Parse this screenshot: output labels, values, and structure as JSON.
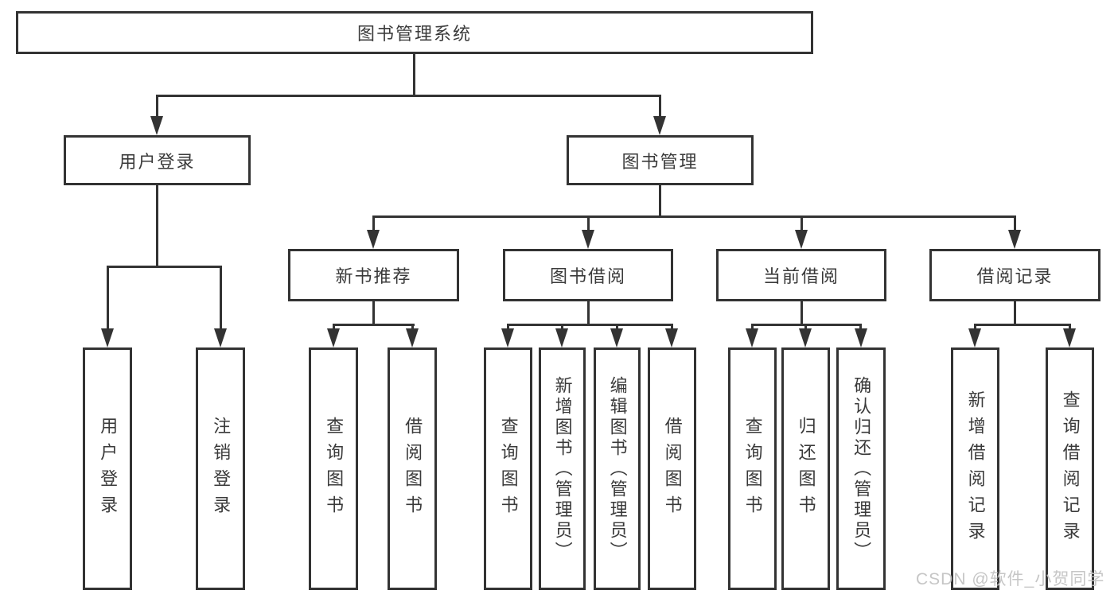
{
  "colors": {
    "line": "#333333",
    "text": "#3a3a3a",
    "node_background": "#ffffff",
    "page_background": "#ffffff",
    "watermark": "#c3c3c3"
  },
  "watermark": {
    "text": "CSDN @软件_小贺同学"
  },
  "tree": {
    "root": "图书管理系统",
    "children": [
      {
        "label": "用户登录",
        "children": [
          {
            "label": "用户登录"
          },
          {
            "label": "注销登录"
          }
        ]
      },
      {
        "label": "图书管理",
        "children": [
          {
            "label": "新书推荐",
            "children": [
              {
                "label": "查询图书"
              },
              {
                "label": "借阅图书"
              }
            ]
          },
          {
            "label": "图书借阅",
            "children": [
              {
                "label": "查询图书"
              },
              {
                "label": "新增图书（管理员）"
              },
              {
                "label": "编辑图书（管理员）"
              },
              {
                "label": "借阅图书"
              }
            ]
          },
          {
            "label": "当前借阅",
            "children": [
              {
                "label": "查询图书"
              },
              {
                "label": "归还图书"
              },
              {
                "label": "确认归还（管理员）"
              }
            ]
          },
          {
            "label": "借阅记录",
            "children": [
              {
                "label": "新增借阅记录"
              },
              {
                "label": "查询借阅记录"
              }
            ]
          }
        ]
      }
    ]
  }
}
